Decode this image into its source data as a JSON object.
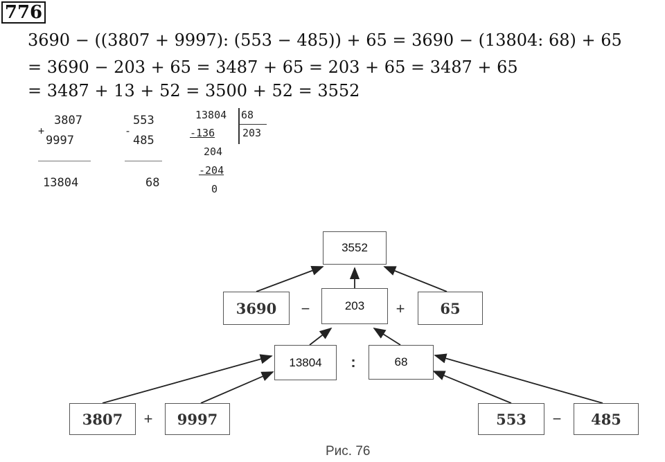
{
  "problem": {
    "number": "776",
    "lines": [
      "3690 − ((3807 + 9997): (553 − 485)) + 65 = 3690 − (13804: 68) + 65",
      "= 3690 − 203 + 65 = 3487 + 65 = 203 + 65 = 3487 + 65",
      "= 3487 + 13 + 52 = 3500 + 52 = 3552"
    ]
  },
  "calculations": {
    "addition": {
      "sign": "+",
      "a": "3807",
      "b": "9997",
      "result": "13804"
    },
    "subtraction": {
      "sign": "-",
      "a": "553",
      "b": "485",
      "result": "68"
    },
    "division": {
      "dividend": "13804",
      "divisor": "68",
      "quotient": "203",
      "step1": "-136",
      "remainder1": "204",
      "step2": "-204",
      "remainder2": "0"
    }
  },
  "diagram": {
    "top": "3552",
    "mid_left": "3690",
    "mid_op1": "−",
    "mid_center": "203",
    "mid_op2": "+",
    "mid_right": "65",
    "lower_left": "13804",
    "lower_op": ":",
    "lower_right": "68",
    "bottom_a": "3807",
    "bottom_op1": "+",
    "bottom_b": "9997",
    "bottom_c": "553",
    "bottom_op2": "−",
    "bottom_d": "485",
    "caption": "Рис. 76"
  }
}
